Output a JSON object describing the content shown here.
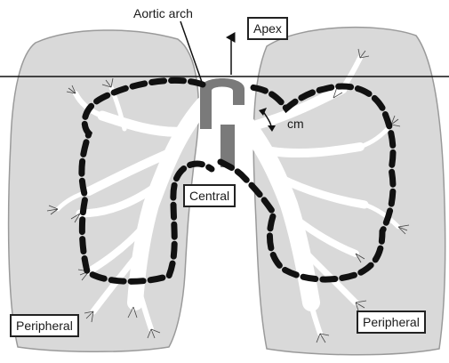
{
  "labels": {
    "aortic_arch": "Aortic arch",
    "apex": "Apex",
    "cm": "cm",
    "central": "Central",
    "peripheral_left": "Peripheral",
    "peripheral_right": "Peripheral"
  },
  "colors": {
    "lung_fill": "#d9d9d9",
    "lung_edge": "#9a9a9a",
    "airway": "#ffffff",
    "mediastinum": "#7a7a7a",
    "boundary_dash": "#111111",
    "line": "#111111"
  }
}
